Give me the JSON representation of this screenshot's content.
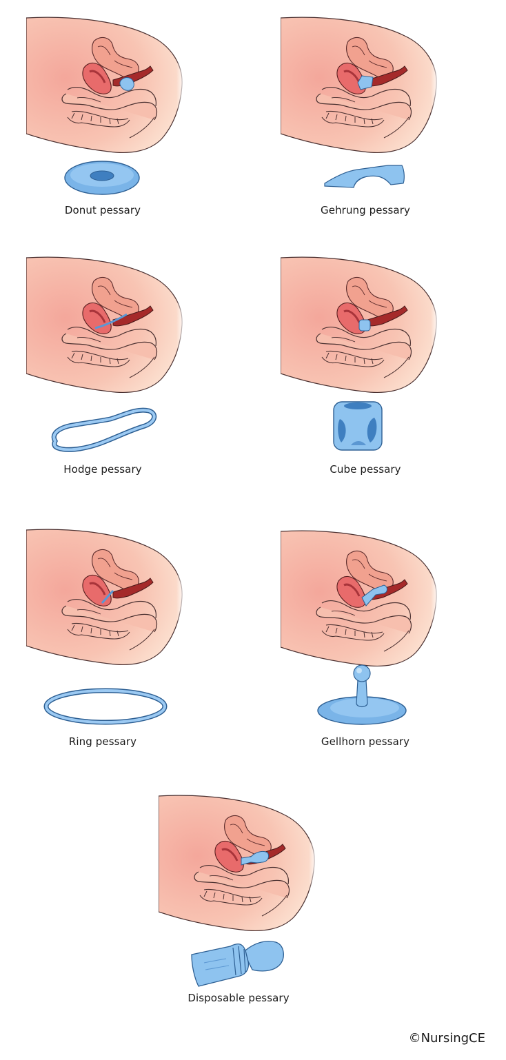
{
  "colors": {
    "skin_pink": "#f6b7ab",
    "skin_light": "#fbe1cf",
    "organ_red": "#e66a6a",
    "organ_dark": "#a82b2b",
    "device_blue": "#8ec3ef",
    "device_dark": "#3f7fc0",
    "outline": "#3a2a2a"
  },
  "panels": [
    {
      "id": "donut",
      "label": "Donut pessary",
      "device_icon": "donut-pessary-icon"
    },
    {
      "id": "gehrung",
      "label": "Gehrung pessary",
      "device_icon": "gehrung-pessary-icon"
    },
    {
      "id": "hodge",
      "label": "Hodge pessary",
      "device_icon": "hodge-pessary-icon"
    },
    {
      "id": "cube",
      "label": "Cube pessary",
      "device_icon": "cube-pessary-icon"
    },
    {
      "id": "ring",
      "label": "Ring pessary",
      "device_icon": "ring-pessary-icon"
    },
    {
      "id": "gellhorn",
      "label": "Gellhorn pessary",
      "device_icon": "gellhorn-pessary-icon"
    },
    {
      "id": "disposable",
      "label": "Disposable pessary",
      "device_icon": "disposable-pessary-icon"
    }
  ],
  "credit": "©NursingCE"
}
